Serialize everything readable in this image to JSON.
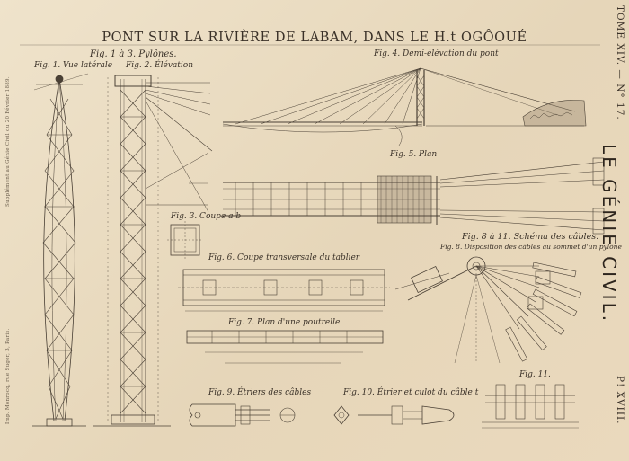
{
  "title": "PONT SUR LA RIVIÈRE DE LABAM, DANS LE H.t OGÔOUÉ",
  "volume": "TOME XIV. — N° 17.",
  "journal": "LE GÉNIE CIVIL.",
  "plate": "P! XVIII.",
  "printer_top": "Supplément au Génie Civil du 20 Février 1889.",
  "printer_bottom": "Imp. Monrocq, rue Suger, 3, Paris.",
  "figures": {
    "pylones": "Fig. 1 à 3. Pylônes.",
    "vue_laterale": "Fig. 1. Vue latérale",
    "elevation": "Fig. 2. Élévation",
    "coupe_ab": "Fig. 3. Coupe a b",
    "demi_elevation": "Fig. 4. Demi-élévation du pont",
    "plan": "Fig. 5. Plan",
    "schema_cables": "Fig. 8 à 11. Schéma des câbles.",
    "disposition_cables": "Fig. 8. Disposition des câbles au sommet d'un pylône",
    "coupe_tablier": "Fig. 6. Coupe transversale du tablier",
    "plan_poutrelle": "Fig. 7. Plan d'une poutrelle",
    "etriers": "Fig. 9. Étriers des câbles",
    "etrier_culot": "Fig. 10. Étrier et culot du câble t",
    "fig11": "Fig. 11."
  }
}
